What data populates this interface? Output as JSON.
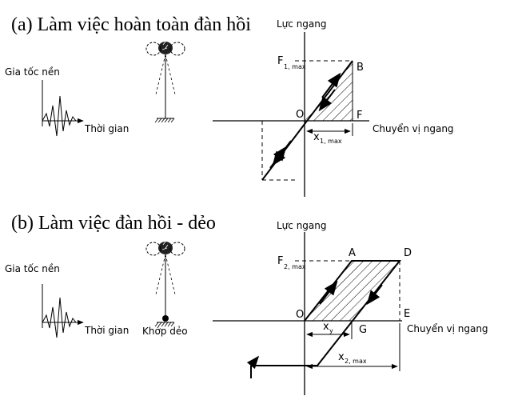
{
  "panel_a": {
    "title": "(a) Làm việc hoàn toàn đàn hồi",
    "ground_accel_label": "Gia tốc nền",
    "time_label": "Thời gian",
    "y_axis_label": "Lực ngang",
    "x_axis_label": "Chuyển vị ngang",
    "force_label": "F",
    "force_sub": "1, max",
    "disp_label": "x",
    "disp_sub": "1, max",
    "origin": "O",
    "point_b": "B",
    "point_f": "F"
  },
  "panel_b": {
    "title": "(b) Làm việc đàn hồi - dẻo",
    "ground_accel_label": "Gia tốc nền",
    "time_label": "Thời gian",
    "hinge_label": "Khớp dẻo",
    "y_axis_label": "Lực ngang",
    "x_axis_label": "Chuyển vị ngang",
    "force_label": "F",
    "force_sub": "2, max",
    "yield_disp_label": "x",
    "yield_disp_sub": "y",
    "disp_label": "x",
    "disp_sub": "2, max",
    "origin": "O",
    "point_a": "A",
    "point_d": "D",
    "point_e": "E",
    "point_g": "G"
  }
}
